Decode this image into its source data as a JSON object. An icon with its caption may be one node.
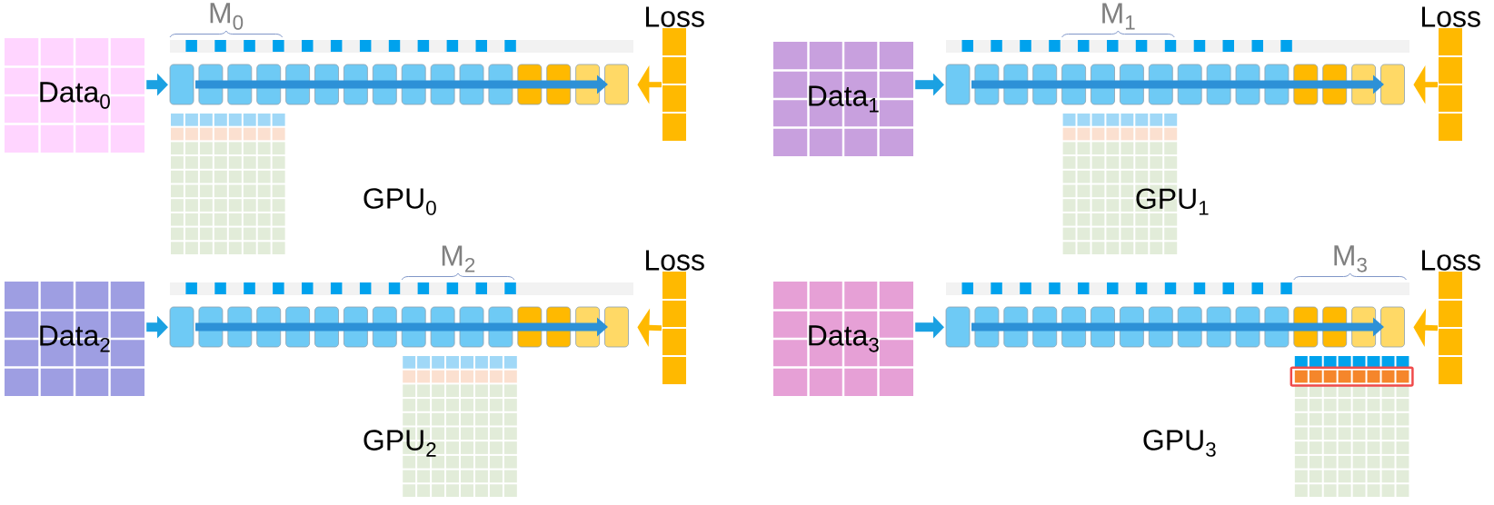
{
  "diagram": {
    "nodes": [
      {
        "text": [
          "Data$_{0}$"
        ]
      },
      {
        "text": [],
        "shape": "box"
      },
      {
        "text": [
          "Loss"
        ]
      },
      {
        "text": [
          "Data$_{1}$"
        ]
      },
      {
        "text": [],
        "shape": "box"
      },
      {
        "text": [
          "Loss"
        ]
      },
      {
        "text": [
          "Data$_{2}$"
        ]
      },
      {
        "text": [],
        "shape": "box"
      },
      {
        "text": [
          "Loss"
        ]
      },
      {
        "text": [
          "Data$_{3}$"
        ]
      },
      {
        "text": [],
        "shape": "box"
      },
      {
        "text": [
          "Loss"
        ]
      }
    ],
    "edges": [
      {
        "from": 0,
        "to": 1,
        "arrow": "to",
        "color": "#1ba1e2"
      },
      {
        "from": 2,
        "to": 1,
        "arrow": "to",
        "color": "#ffb900"
      },
      {
        "from": 3,
        "to": 4,
        "arrow": "to",
        "color": "#1ba1e2"
      },
      {
        "from": 5,
        "to": 4,
        "arrow": "to",
        "color": "#ffb900"
      },
      {
        "from": 6,
        "to": 7,
        "arrow": "to",
        "color": "#1ba1e2"
      },
      {
        "from": 8,
        "to": 7,
        "arrow": "to",
        "color": "#ffb900"
      },
      {
        "from": 9,
        "to": 10,
        "arrow": "to",
        "color": "#1ba1e2"
      },
      {
        "from": 11,
        "to": 10,
        "arrow": "to",
        "color": "#ffb900"
      }
    ],
    "labels": [
      "M$_{0}$",
      "M$_{1}$",
      "GPU$_{0}$",
      "GPU$_{1}$",
      "M$_{2}$",
      "M$_{3}$",
      "GPU$_{2}$",
      "GPU$_{3}$"
    ]
  }
}
